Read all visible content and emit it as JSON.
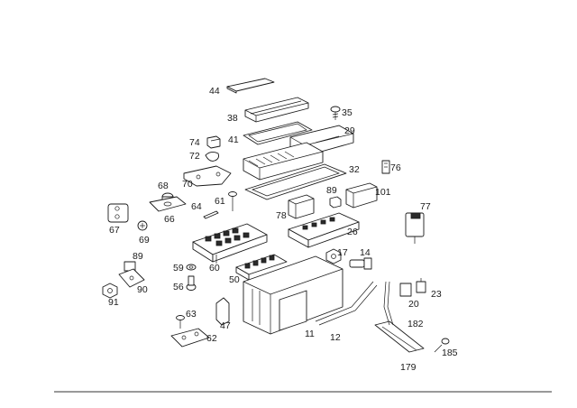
{
  "diagram": {
    "labels": {
      "p44": "44",
      "p35": "35",
      "p38": "38",
      "p29": "29",
      "p74": "74",
      "p41": "41",
      "p72": "72",
      "p76": "76",
      "p32": "32",
      "p68": "68",
      "p70": "70",
      "p89a": "89",
      "p101": "101",
      "p61": "61",
      "p78": "78",
      "p77": "77",
      "p64": "64",
      "p66": "66",
      "p67": "67",
      "p69": "69",
      "p26": "26",
      "p17": "17",
      "p14": "14",
      "p89b": "89",
      "p59": "59",
      "p60": "60",
      "p50": "50",
      "p90": "90",
      "p56": "56",
      "p91": "91",
      "p20": "20",
      "p23": "23",
      "p63": "63",
      "p47": "47",
      "p182": "182",
      "p62": "62",
      "p11": "11",
      "p12": "12",
      "p185": "185",
      "p179": "179"
    }
  }
}
